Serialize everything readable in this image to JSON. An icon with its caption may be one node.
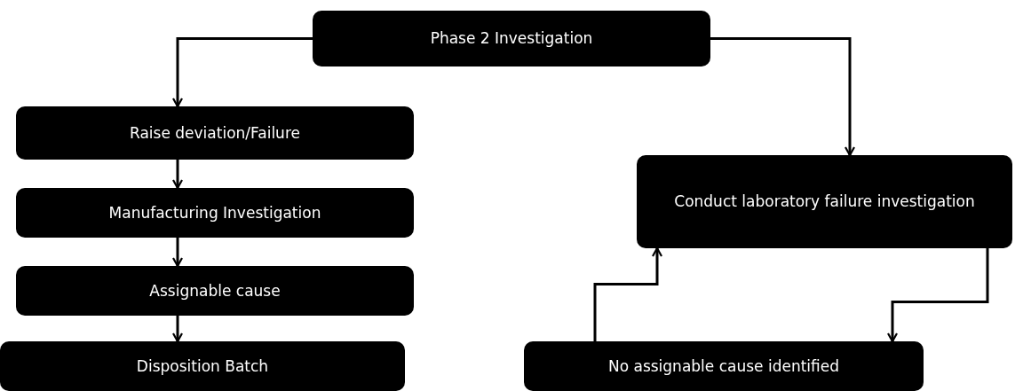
{
  "diagram": {
    "nodes": [
      {
        "text": [
          "Phase 2 Investigation"
        ]
      },
      {
        "text": [
          "Raise deviation/Failure"
        ]
      },
      {
        "text": [
          "Manufacturing Investigation"
        ]
      },
      {
        "text": [
          "Assignable cause"
        ]
      },
      {
        "text": [
          "Disposition Batch"
        ]
      },
      {
        "text": [
          "Conduct laboratory failure investigation"
        ]
      },
      {
        "text": [
          "No assignable cause identified"
        ]
      }
    ],
    "edges": [
      {
        "from": 0,
        "to": 1,
        "arrow": "to"
      },
      {
        "from": 0,
        "to": 5,
        "arrow": "to"
      },
      {
        "from": 1,
        "to": 2,
        "arrow": "to"
      },
      {
        "from": 2,
        "to": 3,
        "arrow": "to"
      },
      {
        "from": 3,
        "to": 4,
        "arrow": "to"
      },
      {
        "from": 6,
        "to": 5,
        "arrow": "to"
      },
      {
        "from": 5,
        "to": 6,
        "arrow": "to"
      }
    ]
  }
}
